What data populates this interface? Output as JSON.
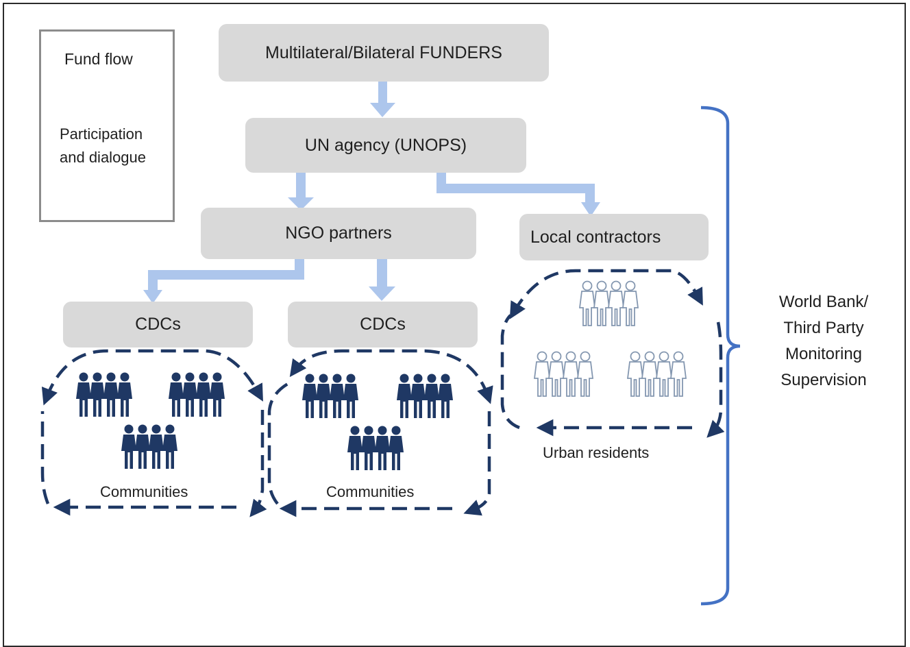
{
  "legend": {
    "fund_flow": "Fund flow",
    "participation_line1": "Participation",
    "participation_line2": "and dialogue"
  },
  "nodes": {
    "funders": "Multilateral/Bilateral  FUNDERS",
    "un_agency": "UN agency  (UNOPS)",
    "ngo": "NGO partners",
    "local_contractors": "Local contractors",
    "cdc_left": "CDCs",
    "cdc_right": "CDCs"
  },
  "groups": {
    "communities_left": "Communities",
    "communities_right": "Communities",
    "urban": "Urban residents"
  },
  "monitoring": {
    "line1": "World Bank/",
    "line2": "Third Party",
    "line3": "Monitoring",
    "line4": "Supervision"
  },
  "colors": {
    "box_fill": "#d9d9d9",
    "fund_arrow": "#adc6ec",
    "dialogue_arrow": "#1f3864",
    "community_people": "#1f3864",
    "urban_people": "#8497b0",
    "bracket": "#4472c4"
  }
}
